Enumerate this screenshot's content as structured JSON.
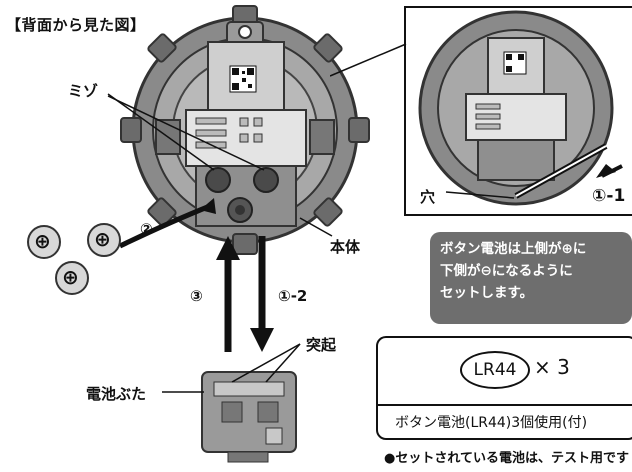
{
  "title": "【背面から見た図】",
  "labels": {
    "groove": "ミゾ",
    "body": "本体",
    "bump": "突起",
    "battery_cover": "電池ぶた",
    "hole": "穴"
  },
  "steps": {
    "step1_1": "①-1",
    "step1_2": "①-2",
    "step2": "②",
    "step3": "③"
  },
  "polarity_box": {
    "line1": "ボタン電池は上側が⊕に",
    "line2": "下側が⊖になるように",
    "line3": "セットします。"
  },
  "battery_spec": {
    "model": "LR44",
    "multiplier": "× 3",
    "caption": "ボタン電池(LR44)3個使用(付)"
  },
  "note": "●セットされている電池は、テスト用です",
  "battery_symbol": "⊕",
  "colors": {
    "toy_body": "#9a9a9a",
    "toy_dark": "#5a5a5a",
    "panel_bg": "#6e6e6e",
    "ink": "#111111"
  }
}
